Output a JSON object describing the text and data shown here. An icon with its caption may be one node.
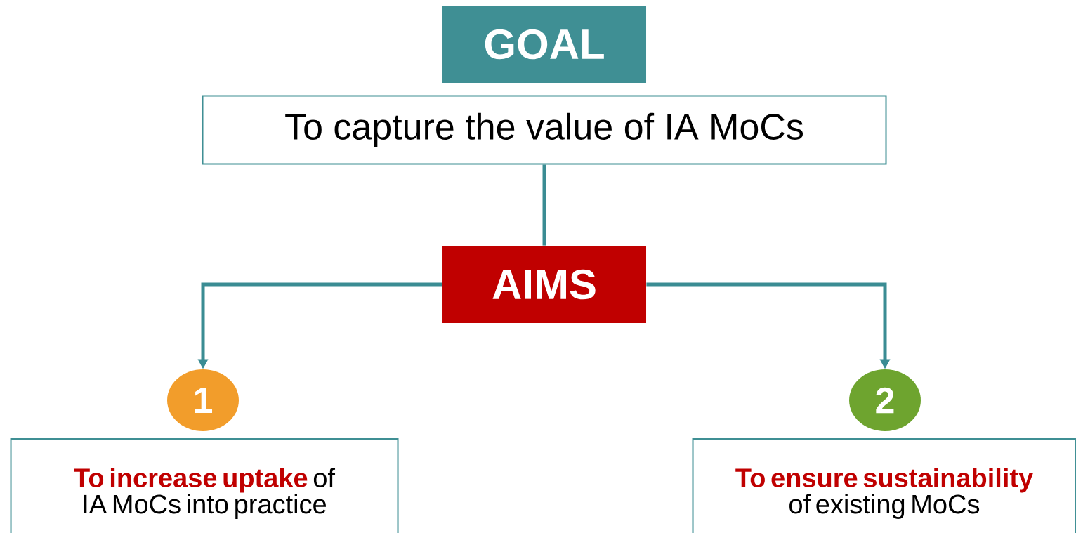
{
  "diagram": {
    "nodes": [
      {
        "text": [
          "GOAL"
        ]
      },
      {
        "text": [
          "To capture the value of IA MoCs"
        ]
      },
      {
        "text": [
          "AIMS"
        ]
      },
      {
        "text": [
          "1"
        ]
      },
      {
        "text": [
          "**To increase uptake** of IA MoCs into practice"
        ]
      },
      {
        "text": [
          "2"
        ]
      },
      {
        "text": [
          "**To ensure sustainability** of existing MoCs"
        ]
      }
    ],
    "edges": [
      {
        "from": 1,
        "to": 2,
        "arrow": "none"
      },
      {
        "from": 2,
        "to": 3,
        "arrow": "to"
      },
      {
        "from": 2,
        "to": 5,
        "arrow": "to"
      }
    ]
  }
}
